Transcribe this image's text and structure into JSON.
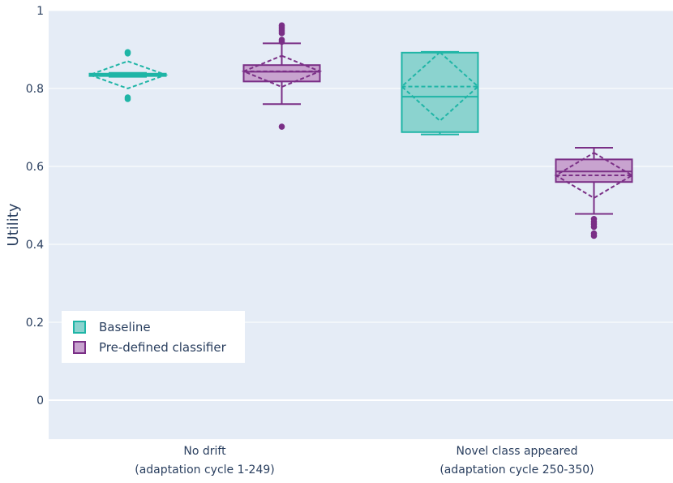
{
  "chart_data": {
    "type": "box",
    "ylabel": "Utility",
    "ylim": [
      -0.1,
      1.0
    ],
    "yticks": [
      0,
      0.2,
      0.4,
      0.6,
      0.8,
      1
    ],
    "ytick_labels": [
      "0",
      "0.2",
      "0.4",
      "0.6",
      "0.8",
      "1"
    ],
    "grid": true,
    "legend_position": "bottom-left",
    "categories": [
      {
        "line1": "No drift",
        "line2": "(adaptation cycle 1-249)"
      },
      {
        "line1": "Novel class appeared",
        "line2": "(adaptation cycle 250-350)"
      }
    ],
    "series": [
      {
        "name": "Baseline",
        "color": "#1fb5a6",
        "fill": "#8bd3cf",
        "boxes": [
          {
            "q1": 0.832,
            "median": 0.835,
            "q3": 0.838,
            "lower": 0.83,
            "upper": 0.84,
            "mean": 0.835,
            "sd": 0.035,
            "outliers": [
              0.89,
              0.893,
              0.777,
              0.773
            ]
          },
          {
            "q1": 0.688,
            "median": 0.779,
            "q3": 0.892,
            "lower": 0.682,
            "upper": 0.894,
            "mean": 0.805,
            "sd": 0.088,
            "outliers": []
          }
        ]
      },
      {
        "name": "Pre-defined classifier",
        "color": "#7a2f86",
        "fill": "#c8a3cf",
        "boxes": [
          {
            "q1": 0.818,
            "median": 0.843,
            "q3": 0.86,
            "lower": 0.76,
            "upper": 0.916,
            "mean": 0.844,
            "sd": 0.04,
            "outliers": [
              0.962,
              0.958,
              0.953,
              0.948,
              0.942,
              0.925,
              0.92,
              0.702
            ]
          },
          {
            "q1": 0.56,
            "median": 0.587,
            "q3": 0.618,
            "lower": 0.478,
            "upper": 0.648,
            "mean": 0.577,
            "sd": 0.058,
            "outliers": [
              0.465,
              0.458,
              0.452,
              0.445,
              0.428,
              0.422
            ]
          }
        ]
      }
    ]
  }
}
